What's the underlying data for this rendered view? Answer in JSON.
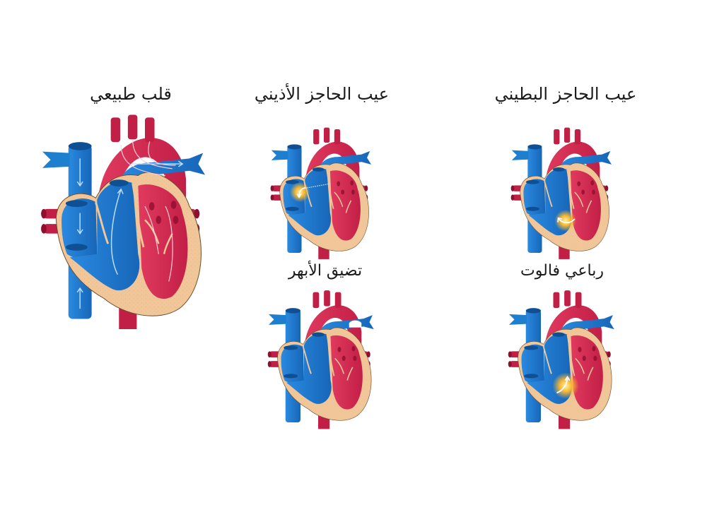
{
  "diagram": {
    "type": "congenital heart defects comparison",
    "panels": [
      {
        "id": "normal",
        "label": "قلب طبيعي",
        "highlight": null
      },
      {
        "id": "asd",
        "label": "عيب الحاجز الأذيني",
        "highlight": "atrial-septum"
      },
      {
        "id": "vsd",
        "label": "عيب الحاجز البطيني",
        "highlight": "ventricular-septum"
      },
      {
        "id": "coarctation",
        "label": "تضيق الأبهر",
        "highlight": "aorta-narrowing"
      },
      {
        "id": "tetralogy",
        "label": "رباعي فالوت",
        "highlight": "overriding-aorta-vsd"
      }
    ],
    "colors": {
      "oxygenated_red": "#d62a52",
      "deoxygenated_blue": "#1f7fcf",
      "muscle_tan": "#f1c79a",
      "defect_glow": "#f7b733",
      "label_text": "#1a1a1a",
      "background": "#ffffff"
    }
  }
}
